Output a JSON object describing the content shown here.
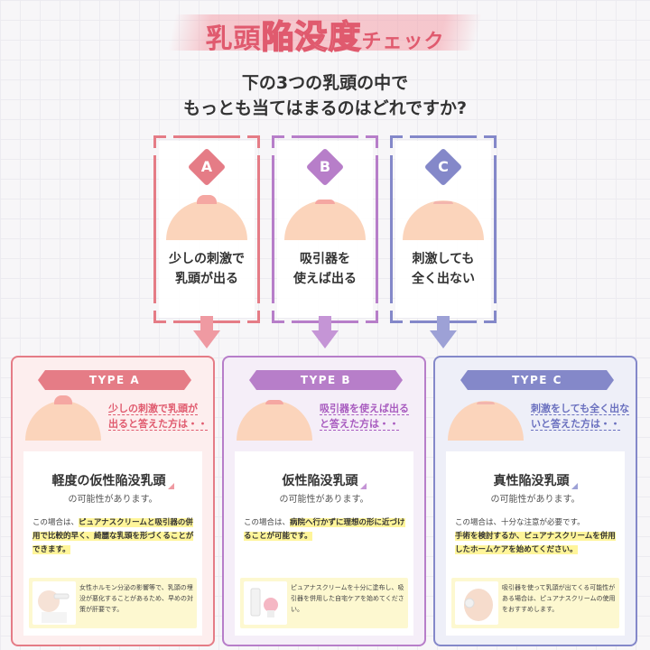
{
  "title": {
    "part1": "乳頭",
    "part2": "陥没度",
    "part3": "チェック"
  },
  "question": {
    "line1": "下の3つの乳頭の中で",
    "line2": "もっとも当てはまるのはどれですか?"
  },
  "options": [
    {
      "letter": "A",
      "line1": "少しの刺激で",
      "line2": "乳頭が出る"
    },
    {
      "letter": "B",
      "line1": "吸引器を",
      "line2": "使えば出る"
    },
    {
      "letter": "C",
      "line1": "刺激しても",
      "line2": "全く出ない"
    }
  ],
  "types": [
    {
      "label": "TYPE A",
      "head1": "少しの刺激で乳頭が",
      "head2": "出ると答えた方は・・",
      "diagnosis": "軽度の仮性陥没乳頭",
      "sub": "の可能性があります。",
      "desc_plain": "この場合は、",
      "desc_hl": "ピュアナスクリームと吸引器の併用で比較的早く、綺麗な乳頭を形づくることができます。",
      "note": "女性ホルモン分泌の影響等で、乳頭の埋没が悪化することがあるため、早めの対策が肝要です。"
    },
    {
      "label": "TYPE B",
      "head1": "吸引器を使えば出る",
      "head2": "と答えた方は・・",
      "diagnosis": "仮性陥没乳頭",
      "sub": "の可能性があります。",
      "desc_plain": "この場合は、",
      "desc_hl": "病院へ行かずに理想の形に近づけることが可能です。",
      "note": "ピュアナスクリームを十分に塗布し、吸引器を併用した自宅ケアを始めてください。"
    },
    {
      "label": "TYPE C",
      "head1": "刺激をしても全く出な",
      "head2": "いと答えた方は・・",
      "diagnosis": "真性陥没乳頭",
      "sub": "の可能性があります。",
      "desc_plain": "この場合は、十分な注意が必要です。",
      "desc_hl": "手術を検討するか、ピュアナスクリームを併用したホームケアを始めてください。",
      "note": "吸引器を使って乳頭が出てくる可能性がある場合は、ピュアナスクリームの使用をおすすめします。"
    }
  ],
  "colors": {
    "a": "#e57c86",
    "b": "#b77ec9",
    "c": "#8488c9",
    "a_bg": "#fdeeee",
    "b_bg": "#f5eef8",
    "c_bg": "#eeeff8"
  }
}
